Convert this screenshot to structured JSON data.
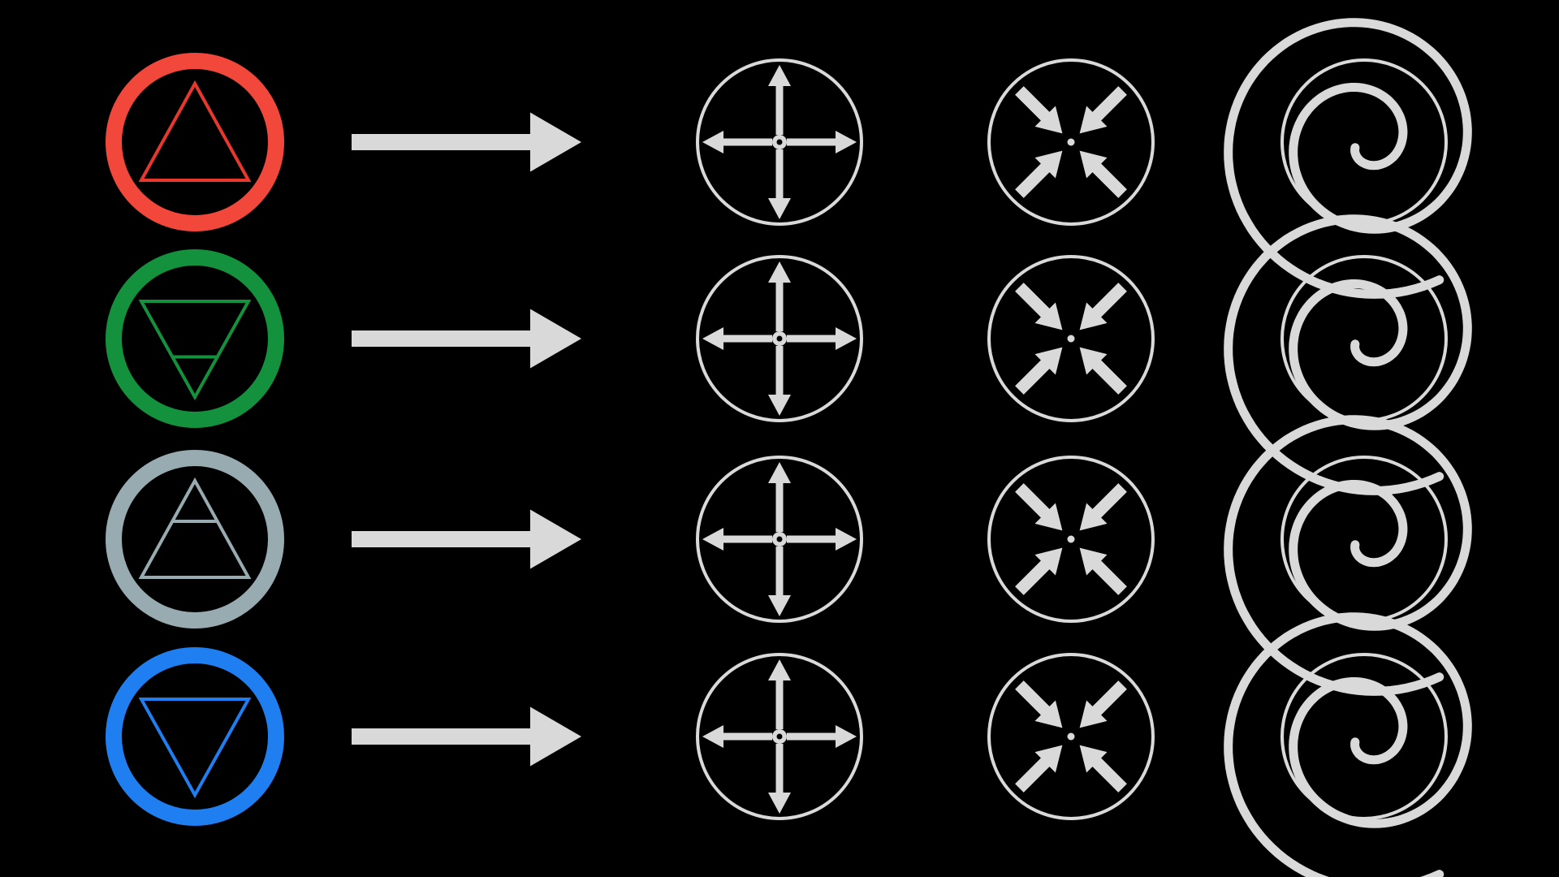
{
  "background": "#000000",
  "symbol_color": "#d9d9d9",
  "rows": [
    {
      "element": "fire",
      "element_symbol": "fire-triangle-icon",
      "ring_color": "#f2483c",
      "triangle_color": "#e8382e",
      "states": [
        "expanding-arrows-icon",
        "contracting-arrows-icon",
        "spiral-icon"
      ]
    },
    {
      "element": "earth",
      "element_symbol": "earth-triangle-icon",
      "ring_color": "#14913d",
      "triangle_color": "#14913d",
      "states": [
        "expanding-arrows-icon",
        "contracting-arrows-icon",
        "spiral-icon"
      ]
    },
    {
      "element": "air",
      "element_symbol": "air-triangle-icon",
      "ring_color": "#97abb1",
      "triangle_color": "#97abb1",
      "states": [
        "expanding-arrows-icon",
        "contracting-arrows-icon",
        "spiral-icon"
      ]
    },
    {
      "element": "water",
      "element_symbol": "water-triangle-icon",
      "ring_color": "#1f7ff0",
      "triangle_color": "#1f7ff0",
      "states": [
        "expanding-arrows-icon",
        "contracting-arrows-icon",
        "spiral-icon"
      ]
    }
  ]
}
